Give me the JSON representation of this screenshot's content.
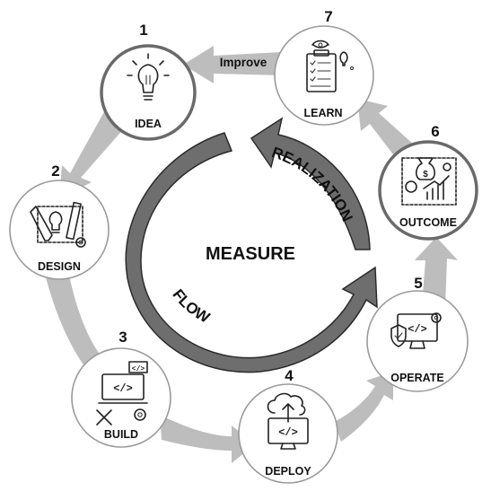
{
  "diagram": {
    "center_label": "MEASURE",
    "arc_labels": {
      "realization": "REALIZATION",
      "flow": "FLOW"
    },
    "improve_label": "Improve",
    "steps": [
      {
        "number": "1",
        "label": "IDEA",
        "icon": "lightbulb-icon"
      },
      {
        "number": "2",
        "label": "DESIGN",
        "icon": "design-tools-icon"
      },
      {
        "number": "3",
        "label": "BUILD",
        "icon": "build-tools-icon"
      },
      {
        "number": "4",
        "label": "DEPLOY",
        "icon": "cloud-upload-monitor-icon"
      },
      {
        "number": "5",
        "label": "OPERATE",
        "icon": "monitor-code-gear-icon"
      },
      {
        "number": "6",
        "label": "OUTCOME",
        "icon": "money-growth-icon"
      },
      {
        "number": "7",
        "label": "LEARN",
        "icon": "checklist-icon"
      }
    ],
    "colors": {
      "outer_arrows": "#bdbdbd",
      "inner_arrows": "#6e6e6e",
      "inner_arrows_edge": "#2b2b2b",
      "node_border": "#9a9a9a",
      "node_border_bold": "#6a6a6a"
    }
  }
}
